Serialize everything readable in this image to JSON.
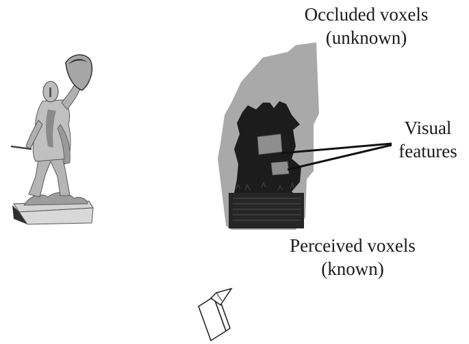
{
  "labels": {
    "occluded": {
      "line1": "Occluded voxels",
      "line2": "(unknown)"
    },
    "visual_features": {
      "line1": "Visual",
      "line2": "features"
    },
    "perceived": {
      "line1": "Perceived voxels",
      "line2": "(known)"
    }
  },
  "colors": {
    "background": "#ffffff",
    "occluded_voxels": "#a9a9a9",
    "perceived_voxels": "#1c1c1c",
    "feature_patches": "#8e8e8e",
    "statue_body": "#b8b8b8",
    "statue_shadow": "#6a6a6a",
    "base_top": "#d9d9d9",
    "base_side": "#3a3a3a",
    "camera_outline": "#1a1a1a"
  },
  "icons": {
    "statue": "knight-statue-figure",
    "camera": "camera-icon"
  }
}
